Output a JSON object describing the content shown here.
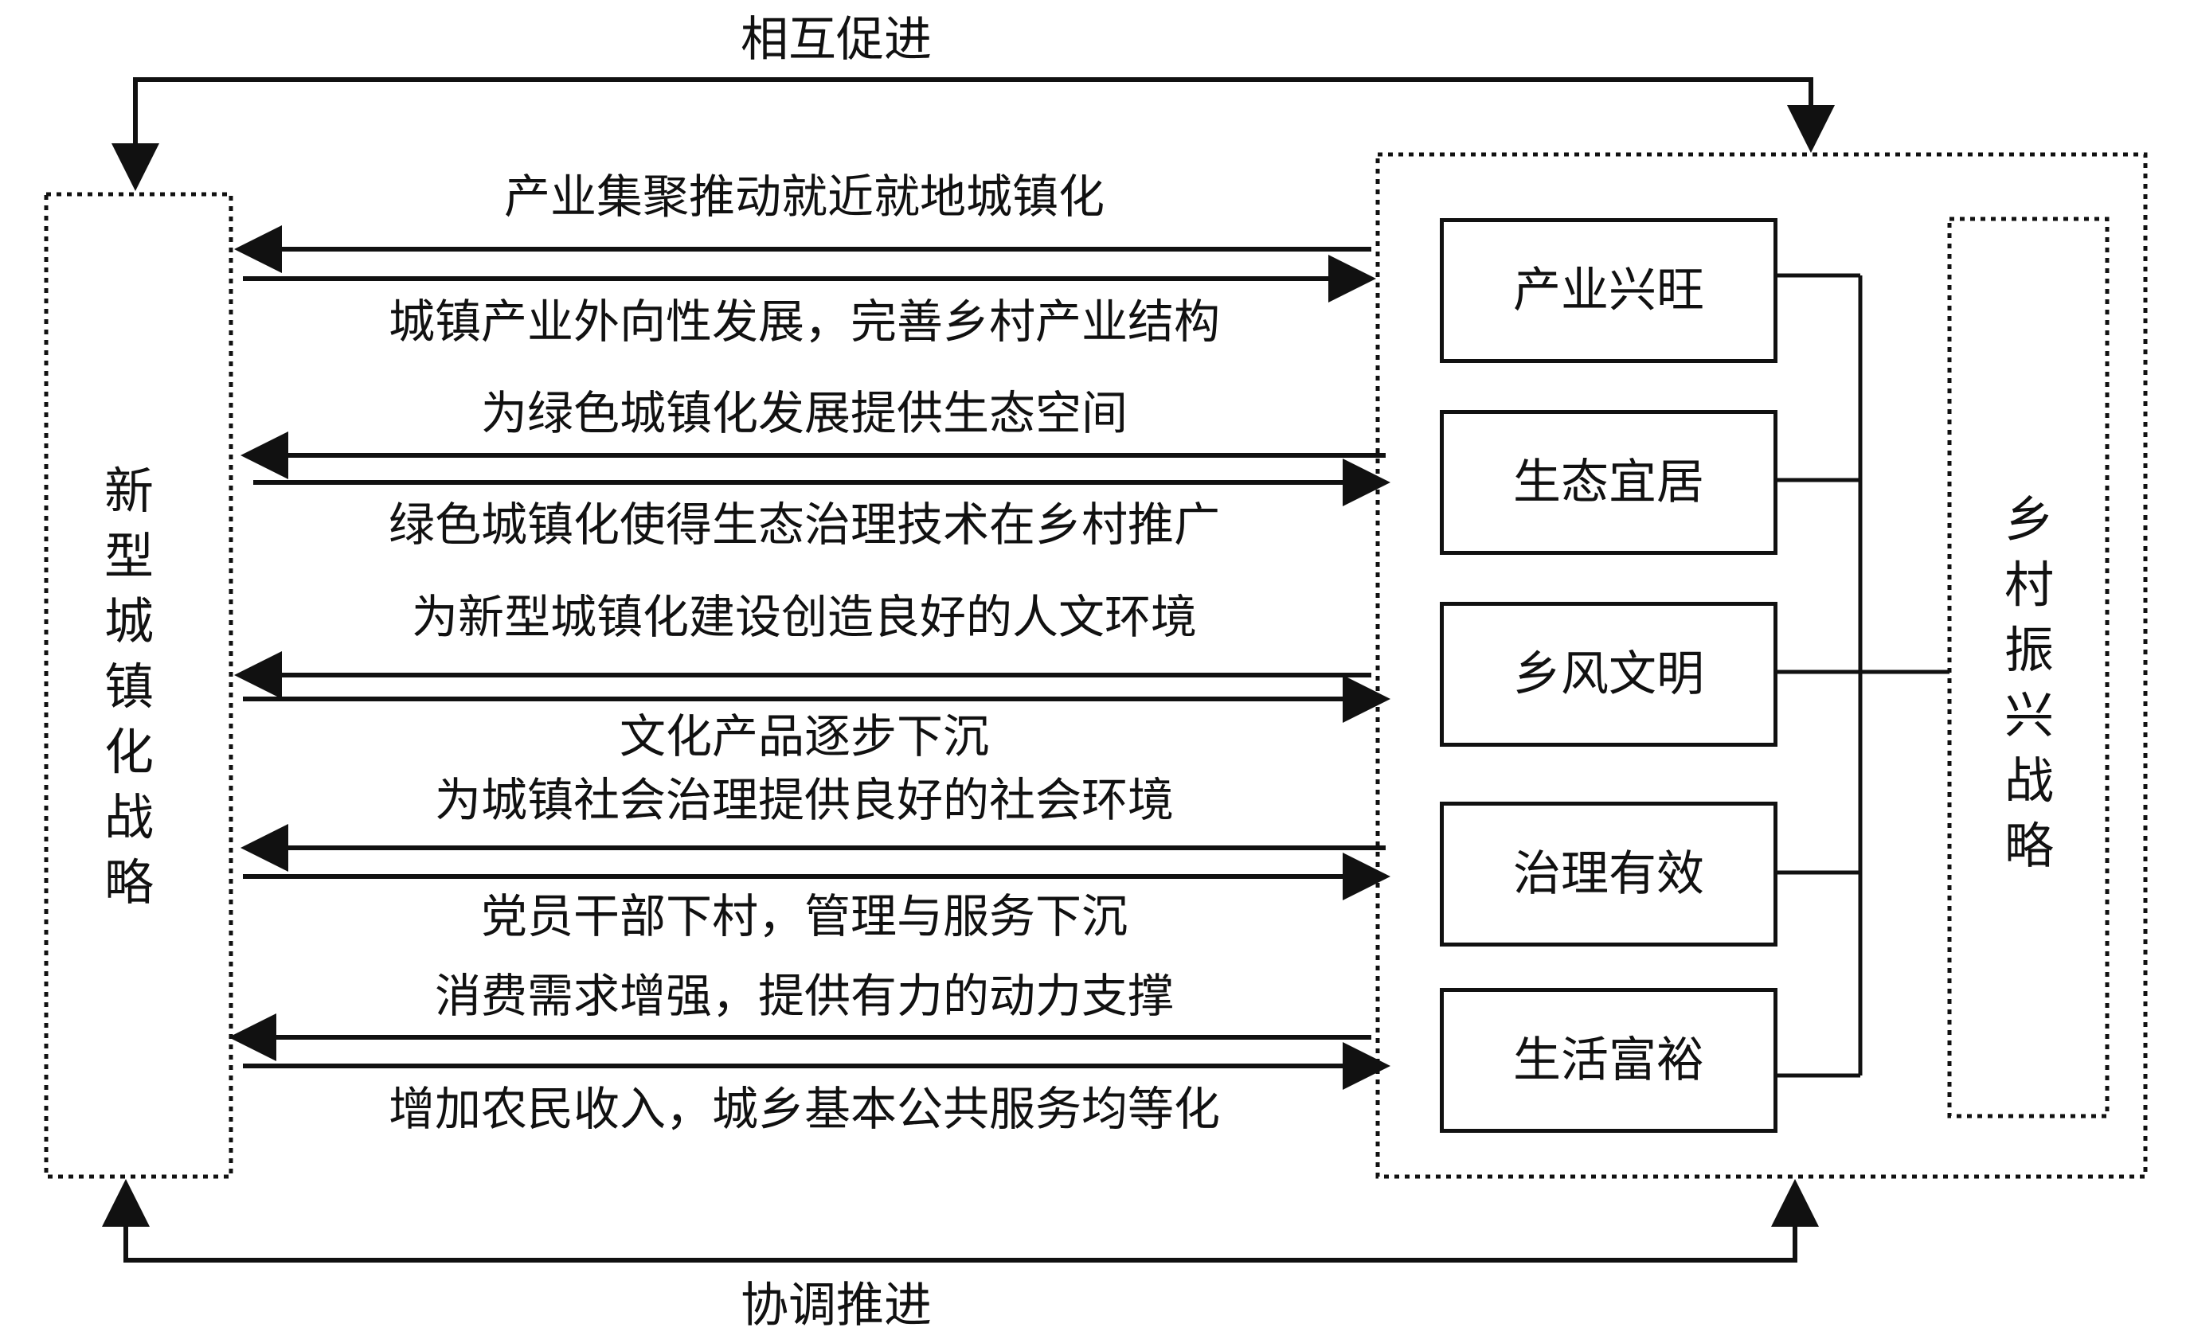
{
  "top_label": "相互促进",
  "bottom_label": "协调推进",
  "left_title": "新型城镇化战略",
  "right_title": "乡村振兴战略",
  "pillars": [
    "产业兴旺",
    "生态宜居",
    "乡风文明",
    "治理有效",
    "生活富裕"
  ],
  "relations": [
    {
      "to_left": "产业集聚推动就近就地城镇化",
      "to_right": "城镇产业外向性发展，完善乡村产业结构"
    },
    {
      "to_left": "为绿色城镇化发展提供生态空间",
      "to_right": "绿色城镇化使得生态治理技术在乡村推广"
    },
    {
      "to_left": "为新型城镇化建设创造良好的人文环境",
      "to_right": "文化产品逐步下沉"
    },
    {
      "to_left": "为城镇社会治理提供良好的社会环境",
      "to_right": "党员干部下村，管理与服务下沉"
    },
    {
      "to_left": "消费需求增强，提供有力的动力支撑",
      "to_right": "增加农民收入，城乡基本公共服务均等化"
    }
  ],
  "colors": {
    "line": "#111111",
    "background": "#ffffff"
  }
}
